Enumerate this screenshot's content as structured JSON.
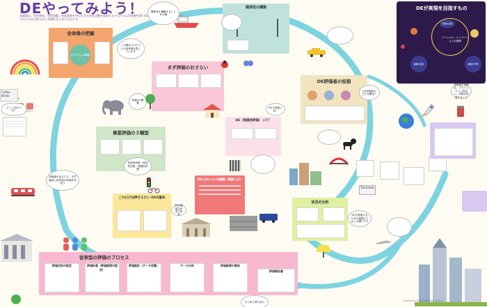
{
  "header": {
    "title": "DEやってみよう！",
    "subtitle": "本資料は、市民参加、市民協働、社会実装を中心とする社会活動を支援するプログラムの評価をDE (Developmental Evaluation) で行うための考え方と手順をまとめたものです。"
  },
  "goal": {
    "title": "DEが実現を目指すもの",
    "inner_label": "ソーシャル・イノベーションの実現",
    "left_label": "事業の改善",
    "right_label": "組織の学習",
    "top_label": "評価の活用"
  },
  "sections": {
    "overview": {
      "title": "全体像の把握",
      "chip": "プログラムの構造"
    },
    "relations": {
      "title": "関係性の構築"
    },
    "purpose": {
      "title": "まず評価のおさらい"
    },
    "role": {
      "title": "DE評価者の役割"
    },
    "three_types": {
      "title": "事業評価の３類型"
    },
    "what_is_de": {
      "title": "DE（発展的評価）って？"
    },
    "de_basics": {
      "title": "これだけは押さえたい DEの基本"
    },
    "de_usecase": {
      "title": "DEに向いている課題／事業とは？"
    },
    "analysis": {
      "title": "状況の分析"
    },
    "process": {
      "title": "従来型の評価のプロセス"
    },
    "de_report": {
      "title": "DEの振り返り"
    }
  },
  "process_steps": [
    {
      "label": "評価目的の設定"
    },
    {
      "label": "評価計画（評価設問の設定）"
    },
    {
      "label": "評価設計（データ収集）"
    },
    {
      "label": "データ分析"
    },
    {
      "label": "評価結果の報告"
    },
    {
      "label": "評価報告書"
    }
  ],
  "notes": {
    "coffee": "Coffee Break",
    "coffee2": "Tea break",
    "note_goal": "評価者の役割は、プロジェクトに伴走し、学習を促進すること",
    "note_relation": "関係性を構築することが大事",
    "note_overview": "この図はプログラムの全体像を表しています",
    "note_purpose": "評価の3要素",
    "note_three": "形成的評価・総括的評価・発展的評価",
    "note_basics": "DEは複雑な状況で有効",
    "note_left": "評価者を迎えたら、まず最初に従来型の評価を学ぼう",
    "note_right": "DEを実施するための道具立てはこの通りです",
    "note_where": "どこに向かうの？",
    "note_mid": "DEの特徴とは？",
    "note_role": "DE評価者の立ち位置は？",
    "note_bottom": "まとめと振り返り"
  },
  "footer": {
    "credit": "Illustrations ©2019 DE Network Japan"
  },
  "colors": {
    "ring": "#7dd3e0",
    "overview": "#f4a56e",
    "relations": "#bfe3dc",
    "purpose": "#f8c8d8",
    "role": "#f1e4bf",
    "three": "#cfe6c8",
    "de": "#fbe0ea",
    "usecase": "#f07878",
    "basics": "#fbe79a",
    "analysis": "#dff0a2",
    "process": "#f7b8d0",
    "goal_bg": "#2e1a4a",
    "side": "#d9c8ef",
    "title": "#6a3aa0"
  },
  "icons": [
    "rainbow-icon",
    "coffee-icon",
    "ship-icon",
    "taxi-icon",
    "elephant-icon",
    "dog-icon",
    "train-icon",
    "rocket-icon",
    "earth-icon",
    "city-icon",
    "building-icon",
    "people-icon"
  ]
}
